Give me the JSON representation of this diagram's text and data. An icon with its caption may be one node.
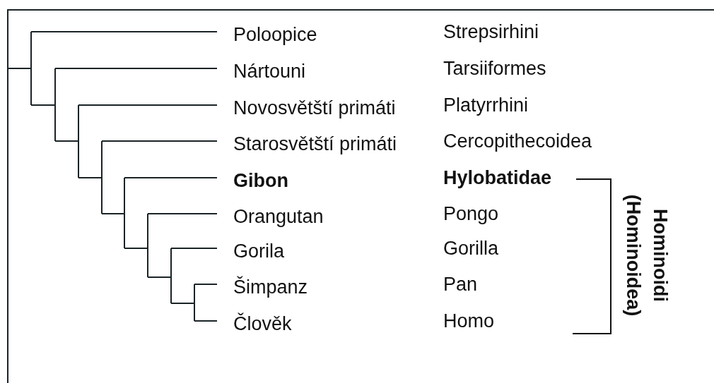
{
  "diagram": {
    "nodes": [
      {
        "text": [
          "Poloopice"
        ]
      },
      {
        "text": [
          "Nártouni"
        ]
      },
      {
        "text": [
          "Novosvětští primáti"
        ]
      },
      {
        "text": [
          "Starosvětští primáti"
        ]
      },
      {
        "text": [
          "Gibon"
        ]
      },
      {
        "text": [
          "Orangutan"
        ]
      },
      {
        "text": [
          "Gorila"
        ]
      },
      {
        "text": [
          "Šimpanz"
        ]
      },
      {
        "text": [
          "Člověk"
        ]
      }
    ],
    "labels": [
      "Strepsirhini",
      "Tarsiiformes",
      "Platyrrhini",
      "Cercopithecoidea",
      "Hylobatidae",
      "Pongo",
      "Gorilla",
      "Pan",
      "Homo",
      "Hominoidi (Hominoidea)"
    ]
  }
}
